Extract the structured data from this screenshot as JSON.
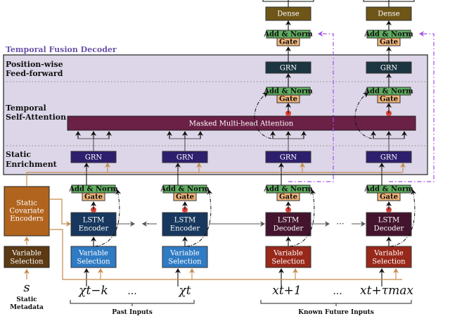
{
  "title": "Temporal Fusion Decoder",
  "sections": {
    "ffn": [
      "Position-wise",
      "Feed-forward"
    ],
    "attn": [
      "Temporal",
      "Self-Attention"
    ],
    "enrich": [
      "Static",
      "Enrichment"
    ]
  },
  "blocks": {
    "dense": "Dense",
    "add_norm": "Add & Norm",
    "gate": "Gate",
    "grn": "GRN",
    "attention": "Masked Multi-head Attention",
    "static_encoders": [
      "Static",
      "Covariate",
      "Encoders"
    ],
    "variable_selection": [
      "Variable",
      "Selection"
    ],
    "lstm_encoder": [
      "LSTM",
      "Encoder"
    ],
    "lstm_decoder": [
      "LSTM",
      "Decoder"
    ],
    "ellipsis": "···"
  },
  "inputs": {
    "static_symbol": "s",
    "static_label": [
      "Static",
      "Metadata"
    ],
    "past_first": "χt−k",
    "past_last": "χt",
    "future_first": "xt+1",
    "future_last": "xt+τmax",
    "ellipsis": "...",
    "past_group": "Past Inputs",
    "future_group": "Known Future Inputs"
  },
  "colors": {
    "panel_bg": "#dcd6e8",
    "title": "#6b52a8",
    "dense": "#6e5518",
    "add_norm": "#5fae5f",
    "gate": "#f0b57a",
    "grn_top": "#1c3540",
    "grn_enrich": "#2e1f6e",
    "attention": "#6b2045",
    "static_enc": "#b0641e",
    "static_vs": "#5c3a14",
    "encoder": "#17375e",
    "encoder_vs": "#2f7bc4",
    "decoder": "#44142e",
    "decoder_vs": "#98281a",
    "static_line": "#c48a4a",
    "skip_dashed": "#a050e8",
    "red_dot": "#d9443a"
  }
}
